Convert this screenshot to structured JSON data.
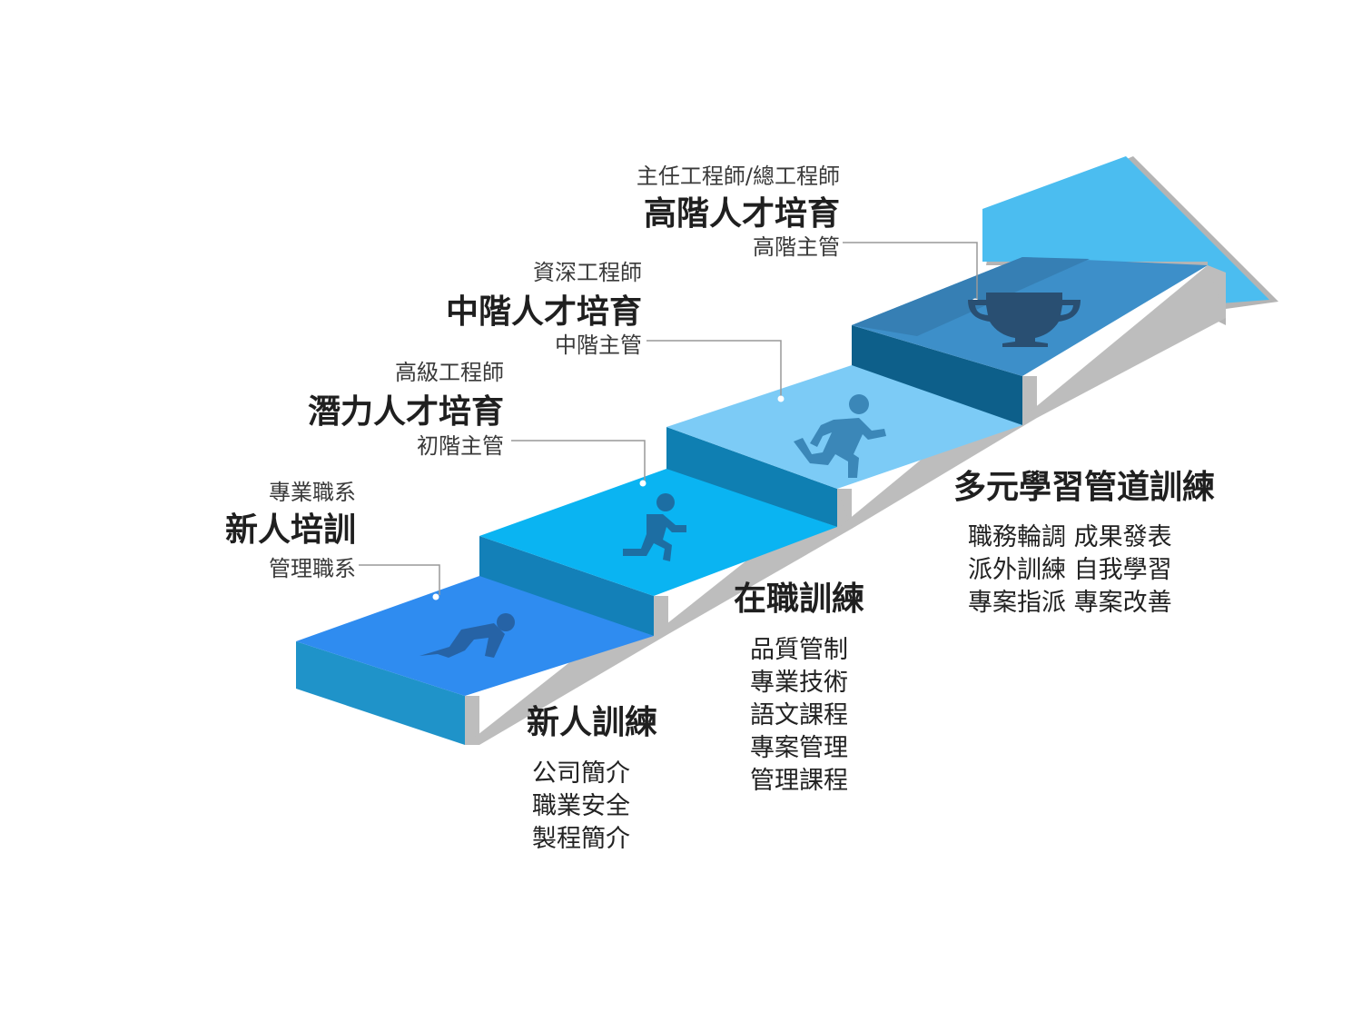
{
  "levels": [
    {
      "top": "專業職系",
      "title": "新人培訓",
      "bottom": "管理職系"
    },
    {
      "top": "高級工程師",
      "title": "潛力人才培育",
      "bottom": "初階主管"
    },
    {
      "top": "資深工程師",
      "title": "中階人才培育",
      "bottom": "中階主管"
    },
    {
      "top": "主任工程師/總工程師",
      "title": "高階人才培育",
      "bottom": "高階主管"
    }
  ],
  "stages": [
    {
      "title": "新人訓練",
      "courses": [
        "公司簡介",
        "職業安全",
        "製程簡介"
      ]
    },
    {
      "title": "在職訓練",
      "courses": [
        "品質管制",
        "專業技術",
        "語文課程",
        "專案管理",
        "管理課程"
      ]
    },
    {
      "title": "多元學習管道訓練",
      "courses": [
        "職務輪調 成果發表",
        "派外訓練 自我學習",
        "專案指派 專案改善"
      ]
    }
  ],
  "icons": [
    "crouching-person-icon",
    "walking-person-icon",
    "running-person-icon",
    "trophy-icon"
  ],
  "colors": {
    "step1_top": "#2f8cf0",
    "step2_top": "#0ab4f2",
    "step3_top": "#7ccbf6",
    "step4_top": "#3d8fc9",
    "arrow": "#4bbdf0",
    "shadow": "#b9b9b9"
  }
}
